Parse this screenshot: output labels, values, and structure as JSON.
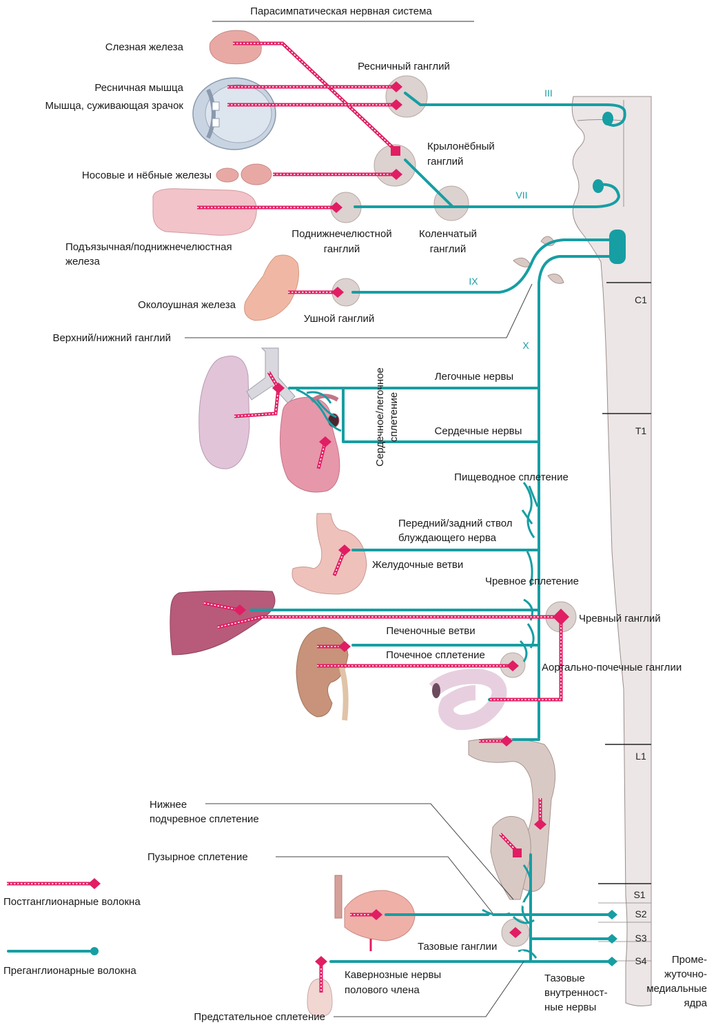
{
  "title": "Парасимпатическая нервная система",
  "colors": {
    "preganglionic": "#169ea3",
    "postganglionic": "#e11d63",
    "cord": "#ece6e6",
    "ganglion": "#dcd2cf"
  },
  "cranial_nerves": {
    "n3": "III",
    "n7": "VII",
    "n9": "IX",
    "n10": "X"
  },
  "segments": {
    "c1": "C1",
    "t1": "T1",
    "l1": "L1",
    "s1": "S1",
    "s2": "S2",
    "s3": "S3",
    "s4": "S4"
  },
  "labels": {
    "lacrimal": "Слезная железа",
    "ciliary_muscle": "Ресничная мышца",
    "pupil_sphincter": "Мышца, суживающая зрачок",
    "ciliary_ganglion": "Ресничный ганглий",
    "pterygo_1": "Крылонёбный",
    "pterygo_2": "ганглий",
    "nasal_glands": "Носовые и нёбные железы",
    "sublingual_1": "Подъязычная/поднижнечелюстная",
    "sublingual_2": "железа",
    "submand_1": "Поднижнечелюстной",
    "submand_2": "ганглий",
    "genic_1": "Коленчатый",
    "genic_2": "ганглий",
    "parotid": "Околоушная железа",
    "otic": "Ушной ганглий",
    "sup_inf_ganglion": "Верхний/нижний ганглий",
    "cardiopulm_1": "Сердечное/легочное",
    "cardiopulm_2": "сплетение",
    "pulmonary_nerves": "Легочные нервы",
    "cardiac_nerves": "Сердечные нервы",
    "esophageal": "Пищеводное сплетение",
    "vagal_trunk_1": "Передний/задний ствол",
    "vagal_trunk_2": "блуждающего нерва",
    "gastric": "Желудочные ветви",
    "celiac_plexus": "Чревное сплетение",
    "celiac_ganglion": "Чревный ганглий",
    "hepatic": "Печеночные ветви",
    "renal_plexus": "Почечное сплетение",
    "aorticorenal": "Аортально-почечные ганглии",
    "inf_hypo_1": "Нижнее",
    "inf_hypo_2": "подчревное сплетение",
    "vesical": "Пузырное сплетение",
    "pelvic_ganglia": "Тазовые ганглии",
    "cavernous_1": "Кавернозные нервы",
    "cavernous_2": "полового члена",
    "prostatic": "Предстательное сплетение",
    "pelvic_splanchnic_1": "Тазовые",
    "pelvic_splanchnic_2": "внутренност-",
    "pelvic_splanchnic_3": "ные нервы",
    "intermed_1": "Проме-",
    "intermed_2": "жуточно-",
    "intermed_3": "медиальные",
    "intermed_4": "ядра"
  },
  "legend": {
    "postganglionic": "Постганглионарные волокна",
    "preganglionic": "Преганглионарные волокна"
  }
}
